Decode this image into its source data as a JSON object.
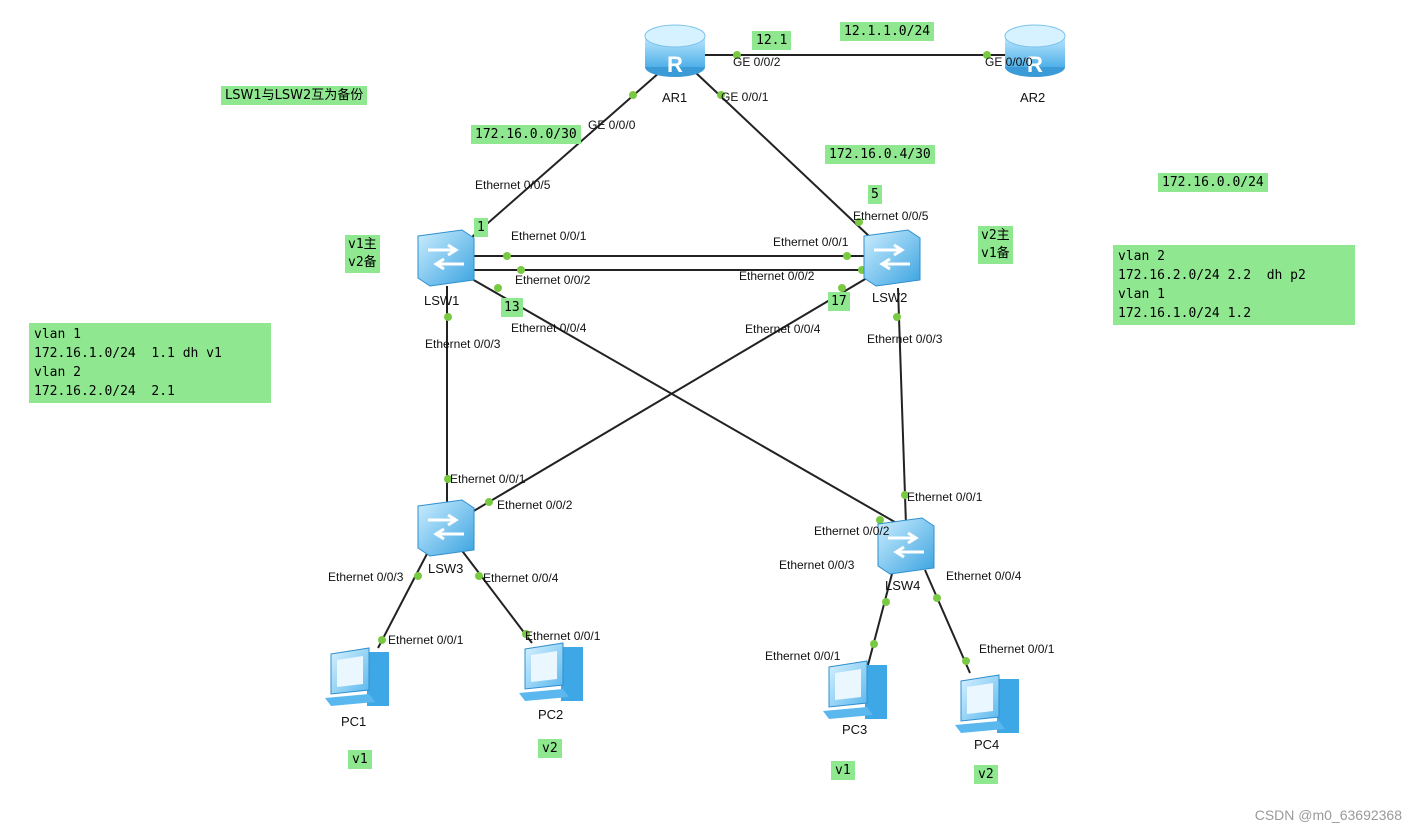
{
  "devices": {
    "ar1": "AR1",
    "ar2": "AR2",
    "lsw1": "LSW1",
    "lsw2": "LSW2",
    "lsw3": "LSW3",
    "lsw4": "LSW4",
    "pc1": "PC1",
    "pc2": "PC2",
    "pc3": "PC3",
    "pc4": "PC4"
  },
  "ports": {
    "ar1_ge002": "GE 0/0/2",
    "ar1_ge000": "GE 0/0/0",
    "ar1_ge001": "GE 0/0/1",
    "ar2_ge000": "GE 0/0/0",
    "lsw1_e005": "Ethernet 0/0/5",
    "lsw1_e001": "Ethernet 0/0/1",
    "lsw1_e002": "Ethernet 0/0/2",
    "lsw1_e004": "Ethernet 0/0/4",
    "lsw1_e003": "Ethernet 0/0/3",
    "lsw2_e005": "Ethernet 0/0/5",
    "lsw2_e001": "Ethernet 0/0/1",
    "lsw2_e002": "Ethernet 0/0/2",
    "lsw2_e004": "Ethernet 0/0/4",
    "lsw2_e003": "Ethernet 0/0/3",
    "lsw3_e001": "Ethernet 0/0/1",
    "lsw3_e002": "Ethernet 0/0/2",
    "lsw3_e003": "Ethernet 0/0/3",
    "lsw3_e004": "Ethernet 0/0/4",
    "lsw4_e001": "Ethernet 0/0/1",
    "lsw4_e002": "Ethernet 0/0/2",
    "lsw4_e003": "Ethernet 0/0/3",
    "lsw4_e004": "Ethernet 0/0/4",
    "pc1_e001": "Ethernet 0/0/1",
    "pc2_e001": "Ethernet 0/0/1",
    "pc3_e001": "Ethernet 0/0/1",
    "pc4_e001": "Ethernet 0/0/1"
  },
  "notes": {
    "ip_12_1": "12.1",
    "net_12": "12.1.1.0/24",
    "backup": "LSW1与LSW2互为备份",
    "net_ar1_lsw1": "172.16.0.0/30",
    "net_ar1_lsw2": "172.16.0.4/30",
    "host_1": "1",
    "host_5": "5",
    "host_13": "13",
    "host_17": "17",
    "net_summary": "172.16.0.0/24",
    "lsw1_role": "v1主\nv2备",
    "lsw2_role": "v2主\nv1备",
    "lsw1_cfg": "vlan 1\n172.16.1.0/24  1.1 dh v1\nvlan 2\n172.16.2.0/24  2.1",
    "lsw2_cfg": "vlan 2\n172.16.2.0/24 2.2  dh p2\nvlan 1\n172.16.1.0/24 1.2",
    "pc1_vlan": "v1",
    "pc2_vlan": "v2",
    "pc3_vlan": "v1",
    "pc4_vlan": "v2"
  },
  "colors": {
    "note_bg": "#8fe88f",
    "port": "#7ac943",
    "device": "#6cc4f2"
  },
  "watermark": "CSDN @m0_63692368"
}
